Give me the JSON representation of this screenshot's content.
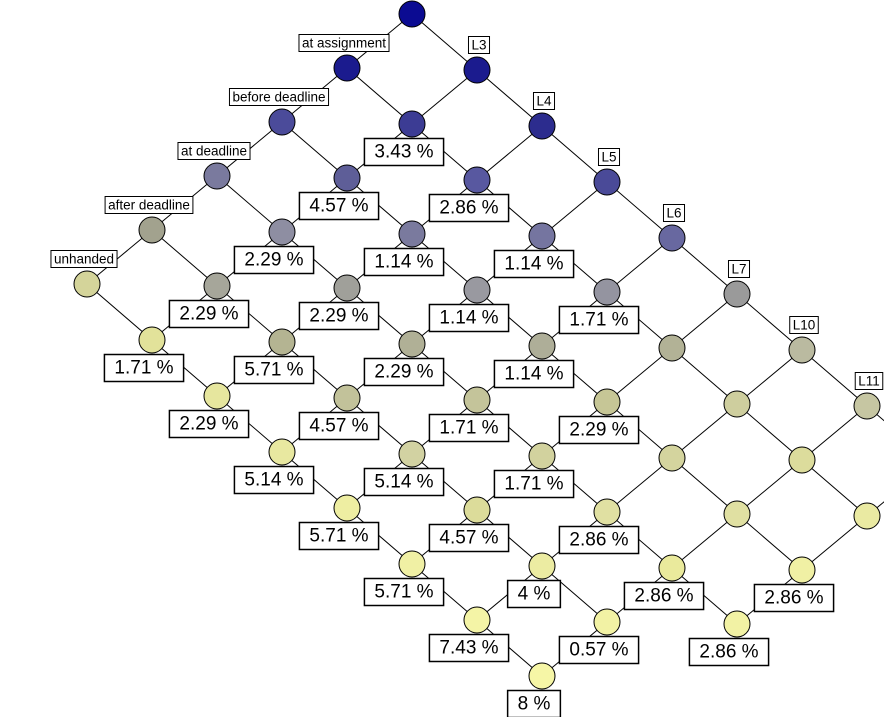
{
  "row_labels": [
    "at assignment",
    "before deadline",
    "at deadline",
    "after deadline",
    "unhanded"
  ],
  "col_labels": [
    "L3",
    "L4",
    "L5",
    "L6",
    "L7",
    "L10",
    "L11"
  ],
  "cells": [
    {
      "i": 0,
      "j": 0,
      "pct": "",
      "color": "#0b0b92"
    },
    {
      "i": 1,
      "j": 0,
      "pct": "",
      "color": "#1b1b8e"
    },
    {
      "i": 0,
      "j": 1,
      "pct": "",
      "color": "#1b1b8e"
    },
    {
      "i": 2,
      "j": 0,
      "pct": "",
      "color": "#4b4b9a"
    },
    {
      "i": 1,
      "j": 1,
      "pct": "3.43 %",
      "color": "#3c3c94"
    },
    {
      "i": 0,
      "j": 2,
      "pct": "",
      "color": "#2c2c8e"
    },
    {
      "i": 3,
      "j": 0,
      "pct": "",
      "color": "#7a7a9e"
    },
    {
      "i": 2,
      "j": 1,
      "pct": "4.57 %",
      "color": "#5e5e98"
    },
    {
      "i": 1,
      "j": 2,
      "pct": "2.86 %",
      "color": "#5858a0"
    },
    {
      "i": 0,
      "j": 3,
      "pct": "",
      "color": "#4a4a98"
    },
    {
      "i": 4,
      "j": 0,
      "pct": "",
      "color": "#a2a28e"
    },
    {
      "i": 3,
      "j": 1,
      "pct": "2.29 %",
      "color": "#8e8ea2"
    },
    {
      "i": 2,
      "j": 2,
      "pct": "1.14 %",
      "color": "#7a7a9e"
    },
    {
      "i": 1,
      "j": 3,
      "pct": "1.14 %",
      "color": "#7575a0"
    },
    {
      "i": 0,
      "j": 4,
      "pct": "",
      "color": "#6868a0"
    },
    {
      "i": 5,
      "j": 0,
      "pct": "",
      "color": "#d4d49a"
    },
    {
      "i": 4,
      "j": 1,
      "pct": "2.29 %",
      "color": "#a6a69a"
    },
    {
      "i": 3,
      "j": 2,
      "pct": "2.29 %",
      "color": "#a0a09a"
    },
    {
      "i": 2,
      "j": 3,
      "pct": "1.14 %",
      "color": "#9999a0"
    },
    {
      "i": 1,
      "j": 4,
      "pct": "1.71 %",
      "color": "#9494a0"
    },
    {
      "i": 0,
      "j": 5,
      "pct": "",
      "color": "#9a9a9a"
    },
    {
      "i": 5,
      "j": 1,
      "pct": "1.71 %",
      "color": "#e2e29a"
    },
    {
      "i": 4,
      "j": 2,
      "pct": "5.71 %",
      "color": "#b4b492"
    },
    {
      "i": 3,
      "j": 3,
      "pct": "2.29 %",
      "color": "#b0b096"
    },
    {
      "i": 2,
      "j": 4,
      "pct": "1.14 %",
      "color": "#aeae98"
    },
    {
      "i": 1,
      "j": 5,
      "pct": "",
      "color": "#b2b296"
    },
    {
      "i": 0,
      "j": 6,
      "pct": "",
      "color": "#babaa0"
    },
    {
      "i": 5,
      "j": 2,
      "pct": "2.29 %",
      "color": "#e6e69e"
    },
    {
      "i": 4,
      "j": 3,
      "pct": "4.57 %",
      "color": "#c2c29a"
    },
    {
      "i": 3,
      "j": 4,
      "pct": "1.71 %",
      "color": "#c4c49a"
    },
    {
      "i": 2,
      "j": 5,
      "pct": "2.29 %",
      "color": "#c6c696"
    },
    {
      "i": 1,
      "j": 6,
      "pct": "",
      "color": "#cece9e"
    },
    {
      "i": 5,
      "j": 3,
      "pct": "5.14 %",
      "color": "#e8e8a0"
    },
    {
      "i": 4,
      "j": 4,
      "pct": "5.14 %",
      "color": "#d2d2a2"
    },
    {
      "i": 3,
      "j": 5,
      "pct": "1.71 %",
      "color": "#d2d29e"
    },
    {
      "i": 2,
      "j": 6,
      "pct": "",
      "color": "#d4d49e"
    },
    {
      "i": 5,
      "j": 4,
      "pct": "5.71 %",
      "color": "#eeeea2"
    },
    {
      "i": 4,
      "j": 5,
      "pct": "4.57 %",
      "color": "#dcdc9a"
    },
    {
      "i": 3,
      "j": 6,
      "pct": "2.86 %",
      "color": "#e0e0a2"
    },
    {
      "i": 5,
      "j": 5,
      "pct": "5.71 %",
      "color": "#f0f0a4"
    },
    {
      "i": 4,
      "j": 6,
      "pct": "4 %",
      "color": "#ececa2"
    },
    {
      "i": 5,
      "j": 6,
      "pct": "7.43 %",
      "color": "#f4f4a6"
    },
    {
      "i": 3,
      "j": 7,
      "pct": "2.86 %",
      "color": "#eaea9c"
    },
    {
      "i": 2,
      "j": 7,
      "pct": "",
      "color": "#e0e0a2"
    },
    {
      "i": 1,
      "j": 7,
      "pct": "",
      "color": "#dcdc9c"
    },
    {
      "i": 0,
      "j": 7,
      "pct": "",
      "color": "#c6c6a2"
    },
    {
      "i": 4,
      "j": 7,
      "pct": "0.57 %",
      "color": "#f2f2a4"
    },
    {
      "i": 5,
      "j": 7,
      "pct": "8 %",
      "color": "#f6f6a6"
    },
    {
      "i": 0,
      "j": 8,
      "pct": "",
      "color": "#e6e6a2"
    },
    {
      "i": 1,
      "j": 8,
      "pct": "",
      "color": "#eaeaa2"
    },
    {
      "i": 2,
      "j": 8,
      "pct": "2.86 %",
      "color": "#f0f0a4"
    },
    {
      "i": 3,
      "j": 8,
      "pct": "2.86 %",
      "color": "#f2f2a4"
    }
  ],
  "legend_note": ""
}
